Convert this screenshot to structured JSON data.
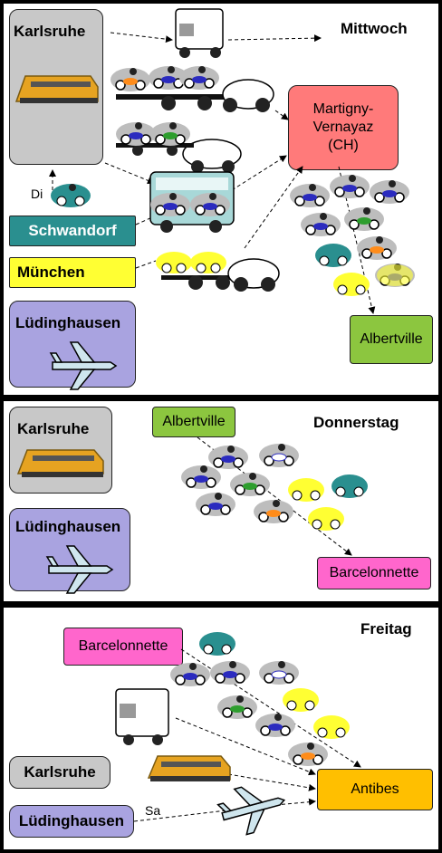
{
  "wednesday": {
    "day_label": "Mittwoch",
    "karlsruhe": "Karlsruhe",
    "martigny": "Martigny-\nVernayaz\n(CH)",
    "di_label": "Di",
    "schwandorf": "Schwandorf",
    "muenchen": "München",
    "luedinghausen": "Lüdinghausen",
    "albertville": "Albertville"
  },
  "thursday": {
    "day_label": "Donnerstag",
    "karlsruhe": "Karlsruhe",
    "luedinghausen": "Lüdinghausen",
    "albertville": "Albertville",
    "barcelonnette": "Barcelonnette"
  },
  "friday": {
    "day_label": "Freitag",
    "barcelonnette": "Barcelonnette",
    "karlsruhe": "Karlsruhe",
    "luedinghausen": "Lüdinghausen",
    "antibes": "Antibes",
    "sa_label": "Sa"
  },
  "colors": {
    "gray_box": "#c8c8c8",
    "lavender_box": "#a9a3e0",
    "teal_box": "#2a8f8f",
    "yellow_box": "#ffff33",
    "salmon_box": "#ff7a7a",
    "lime_box": "#8cc63f",
    "pink_box": "#ff66cc",
    "orange_box": "#ffbf00",
    "moto_blue": "#2b2bbf",
    "moto_orange": "#ff8c1a",
    "moto_green": "#2e9e2e",
    "moto_white": "#ffffff"
  },
  "icons": [
    "train-icon",
    "van-icon",
    "bus-icon",
    "airplane-icon",
    "motorcycle-icon",
    "car-trailer-icon"
  ]
}
